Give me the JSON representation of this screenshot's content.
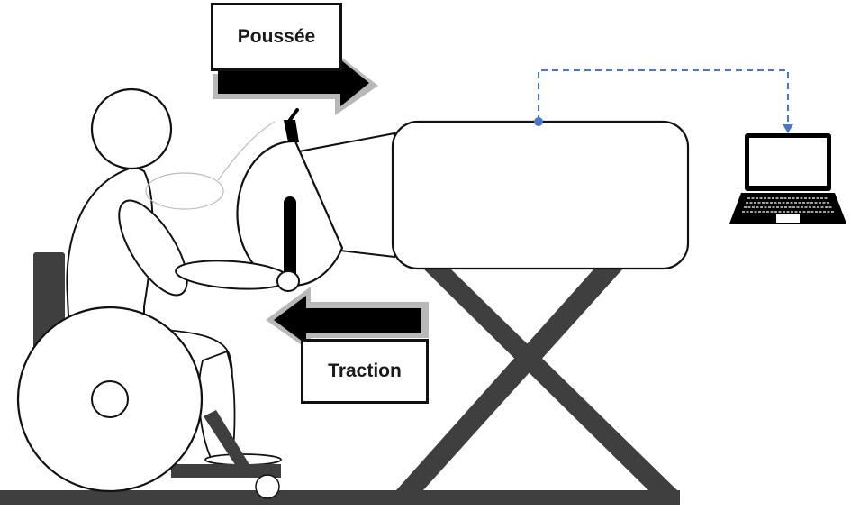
{
  "diagram": {
    "type": "wheelchair-ergometer-setup",
    "labels": {
      "push": "Poussée",
      "pull": "Traction"
    },
    "arrows": {
      "push_direction": "right",
      "pull_direction": "left"
    },
    "components": [
      "person-seated-in-wheelchair",
      "wheelchair",
      "hand-crank-ergometer",
      "sensor-unit",
      "scissor-lift-stand",
      "laptop",
      "data-connection"
    ],
    "colors": {
      "outline": "#111111",
      "frame": "#3f3f3f",
      "arrow_fill": "#000000",
      "arrow_shadow": "#b8b8b8",
      "connection": "#4a78c8"
    }
  }
}
